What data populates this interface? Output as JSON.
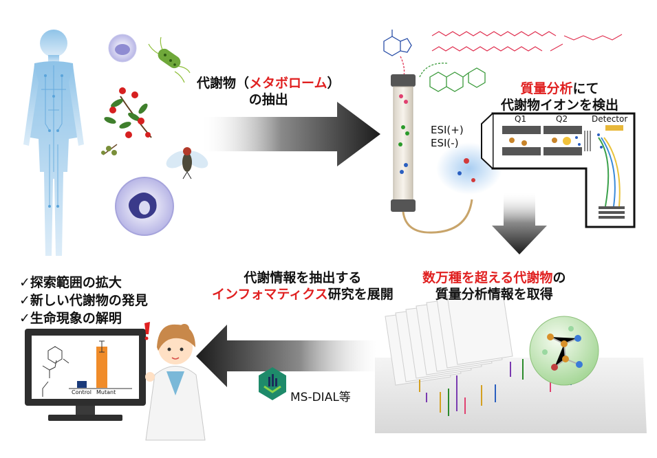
{
  "extraction": {
    "line1_pre": "代謝物（",
    "line1_red": "メタボローム",
    "line1_post": "）",
    "line2": "の抽出"
  },
  "detection": {
    "line1_red": "質量分析",
    "line1_post": "にて",
    "line2": "代謝物イオンを検出"
  },
  "esi": {
    "pos": "ESI(+)",
    "neg": "ESI(-)"
  },
  "ms": {
    "q1": "Q1",
    "q2": "Q2",
    "detector": "Detector"
  },
  "acquire": {
    "line1_red": "数万種を超える代謝物",
    "line1_post": "の",
    "line2": "質量分析情報を取得"
  },
  "informatics": {
    "line1": "代謝情報を抽出する",
    "line2_red": "インフォマティクス",
    "line2_post": "研究を展開"
  },
  "outcomes": [
    "✓探索範囲の拡大",
    "✓新しい代謝物の発見",
    "✓生命現象の解明"
  ],
  "monitor_chart": {
    "categories": [
      "Control",
      "Mutant"
    ],
    "values": [
      1,
      6
    ]
  },
  "tool_label": "MS-DIAL等",
  "colors": {
    "accent_red": "#e02020",
    "arrow_dark": "#2b2b2b"
  }
}
